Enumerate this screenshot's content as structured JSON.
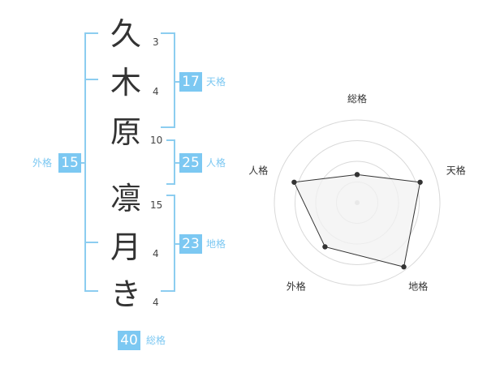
{
  "characters": [
    {
      "char": "久",
      "strokes": "3"
    },
    {
      "char": "木",
      "strokes": "4"
    },
    {
      "char": "原",
      "strokes": "10"
    },
    {
      "char": "凛",
      "strokes": "15"
    },
    {
      "char": "月",
      "strokes": "4"
    },
    {
      "char": "き",
      "strokes": "4"
    }
  ],
  "grades": {
    "tenkaku": {
      "value": "17",
      "label": "天格"
    },
    "jinkaku": {
      "value": "25",
      "label": "人格"
    },
    "chikaku": {
      "value": "23",
      "label": "地格"
    },
    "gaikaku": {
      "value": "15",
      "label": "外格"
    },
    "soukaku": {
      "value": "40",
      "label": "総格"
    }
  },
  "colors": {
    "accent": "#7cc8f2",
    "bracket": "#8ccdf0",
    "text": "#333333",
    "radar_fill": "#f2f2f2",
    "radar_line": "#333333",
    "ring": "#d9d9d9"
  },
  "chart_data": {
    "type": "radar",
    "axes": [
      "総格",
      "天格",
      "地格",
      "外格",
      "人格"
    ],
    "scale_max": 5,
    "rings": 4,
    "values": [
      1.7,
      4.0,
      4.8,
      3.3,
      4.0
    ]
  }
}
